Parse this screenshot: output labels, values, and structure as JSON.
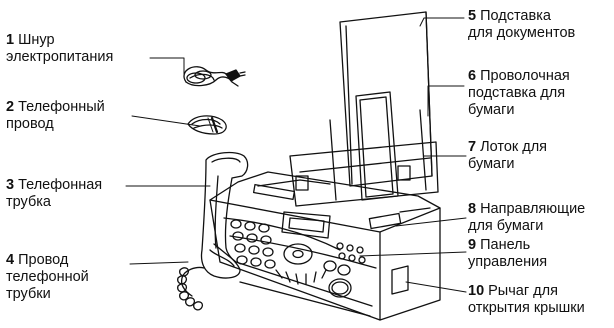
{
  "labels": [
    {
      "num": "1",
      "line1": "Шнур",
      "line2": "электропитания"
    },
    {
      "num": "2",
      "line1": "Телефонный",
      "line2": "провод"
    },
    {
      "num": "3",
      "line1": "Телефонная",
      "line2": "трубка"
    },
    {
      "num": "4",
      "line1": "Провод",
      "line2": "телефонной",
      "line3": "трубки"
    },
    {
      "num": "5",
      "line1": "Подставка",
      "line2": "для документов"
    },
    {
      "num": "6",
      "line1": "Проволочная",
      "line2": "подставка для",
      "line3": "бумаги"
    },
    {
      "num": "7",
      "line1": "Лоток для",
      "line2": "бумаги"
    },
    {
      "num": "8",
      "line1": "Направляющие",
      "line2": "для бумаги"
    },
    {
      "num": "9",
      "line1": "Панель",
      "line2": "управления"
    },
    {
      "num": "10",
      "line1": "Рычаг для",
      "line2": "открытия крышки"
    }
  ],
  "colors": {
    "ink": "#111111",
    "background": "#ffffff"
  }
}
